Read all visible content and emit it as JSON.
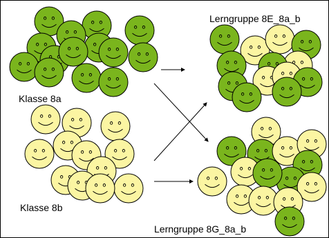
{
  "labels": {
    "class_8a": "Klasse 8a",
    "class_8b": "Klasse 8b",
    "group_8e": "Lerngruppe 8E_8a_b",
    "group_8g": "Lerngruppe 8G_8a_b"
  },
  "colors": {
    "green_fill": "#7ab51d",
    "yellow_fill": "#fbf5a2",
    "outline": "#000000",
    "arrow": "#000000"
  },
  "icons": [
    "smiley-face-icon",
    "arrow-icon"
  ]
}
